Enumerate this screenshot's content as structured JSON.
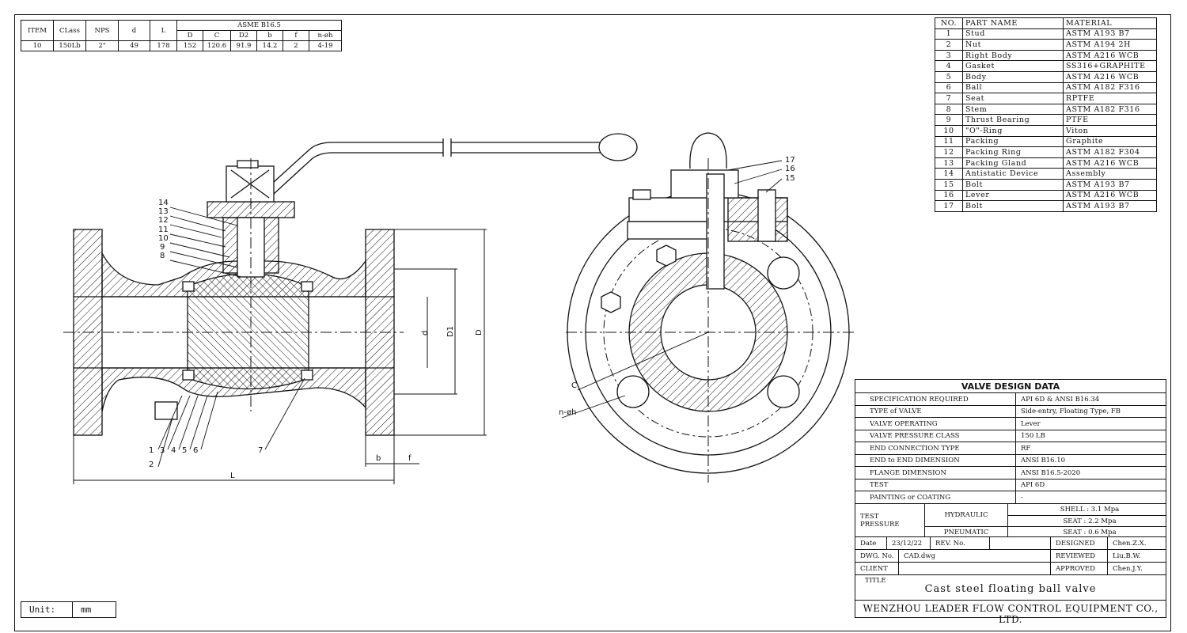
{
  "spec_table": {
    "headers": [
      "ITEM",
      "CLass",
      "NPS",
      "d",
      "L"
    ],
    "group_header": "ASME B16.5",
    "group_columns": [
      "D",
      "C",
      "D2",
      "b",
      "f",
      "n-øh"
    ],
    "row": [
      "10",
      "150Lb",
      "2\"",
      "49",
      "178",
      "152",
      "120.6",
      "91.9",
      "14.2",
      "2",
      "4-19"
    ]
  },
  "parts_table": {
    "headers": [
      "NO.",
      "PART NAME",
      "MATERIAL"
    ],
    "rows": [
      [
        "1",
        "Stud",
        "ASTM A193 B7"
      ],
      [
        "2",
        "Nut",
        "ASTM A194 2H"
      ],
      [
        "3",
        "Right Body",
        "ASTM A216 WCB"
      ],
      [
        "4",
        "Gasket",
        "SS316+GRAPHITE"
      ],
      [
        "5",
        "Body",
        "ASTM A216 WCB"
      ],
      [
        "6",
        "Ball",
        "ASTM A182 F316"
      ],
      [
        "7",
        "Seat",
        "RPTFE"
      ],
      [
        "8",
        "Stem",
        "ASTM A182 F316"
      ],
      [
        "9",
        "Thrust Bearing",
        "PTFE"
      ],
      [
        "10",
        "\"O\"-Ring",
        "Viton"
      ],
      [
        "11",
        "Packing",
        "Graphite"
      ],
      [
        "12",
        "Packing Ring",
        "ASTM A182 F304"
      ],
      [
        "13",
        "Packing Gland",
        "ASTM A216 WCB"
      ],
      [
        "14",
        "Antistatic Device",
        "Assembly"
      ],
      [
        "15",
        "Bolt",
        "ASTM A193 B7"
      ],
      [
        "16",
        "Lever",
        "ASTM A216 WCB"
      ],
      [
        "17",
        "Bolt",
        "ASTM A193 B7"
      ]
    ]
  },
  "design_data": {
    "title": "VALVE DESIGN DATA",
    "rows": [
      [
        "SPECIFICATION REQUIRED",
        "API 6D & ANSI B16.34"
      ],
      [
        "TYPE of VALVE",
        "Side-entry, Floating Type, FB"
      ],
      [
        "VALVE OPERATING",
        "Lever"
      ],
      [
        "VALVE PRESSURE CLASS",
        "150 LB"
      ],
      [
        "END CONNECTION TYPE",
        "RF"
      ],
      [
        "END to END DIMENSION",
        "ANSI B16.10"
      ],
      [
        "FLANGE DIMENSION",
        "ANSI B16.5-2020"
      ],
      [
        "TEST",
        "API 6D"
      ],
      [
        "PAINTING or COATING",
        "-"
      ]
    ],
    "test_pressure": {
      "label_line1": "TEST",
      "label_line2": "PRESSURE",
      "hydraulic": "HYDRAULIC",
      "pneumatic": "PNEUMATIC",
      "shell": "SHELL :   3.1   Mpa",
      "seat_hyd": "SEAT  :   2.2   Mpa",
      "seat_pneu": "SEAT  :   0.6   Mpa"
    },
    "date_label": "Date",
    "date_value": "23/12/22",
    "rev_label": "REV. No.",
    "dwg_label": "DWG. No.",
    "dwg_value": "CAD.dwg",
    "client_label": "CLIENT",
    "designed_label": "DESIGNED",
    "designed_value": "Chen.Z.X.",
    "reviewed_label": "REVIEWED",
    "reviewed_value": "Liu.B.W.",
    "approved_label": "APPROVED",
    "approved_value": "Chen.J.Y.",
    "title_label": "TITLE",
    "title_value": "Cast steel floating ball valve",
    "company": "WENZHOU LEADER FLOW CONTROL EQUIPMENT CO., LTD."
  },
  "unit": {
    "label": "Unit:",
    "value": "mm"
  },
  "drawing_labels": {
    "left_callouts": [
      "14",
      "13",
      "12",
      "11",
      "10",
      "9",
      "8"
    ],
    "bottom_callouts": [
      "1",
      "3",
      "4",
      "5",
      "6"
    ],
    "callout_2": "2",
    "callout_7": "7",
    "right_callouts": [
      "17",
      "16",
      "15"
    ],
    "dim_d": "d",
    "dim_D1": "D1",
    "dim_D": "D",
    "dim_b": "b",
    "dim_f": "f",
    "dim_L": "L",
    "dim_C": "C",
    "dim_nph": "n-øh"
  }
}
